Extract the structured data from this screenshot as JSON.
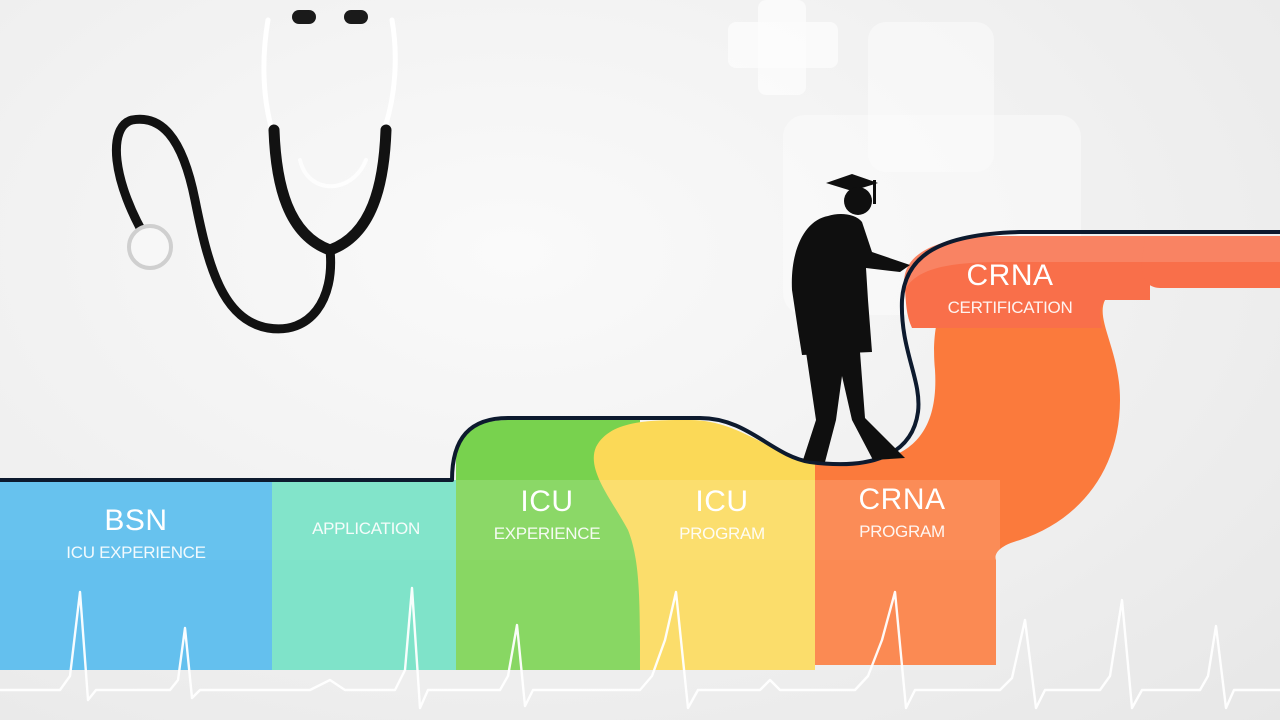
{
  "stages": [
    {
      "title": "BSN",
      "subtitle": "ICU EXPERIENCE",
      "color": "#4fb8ec"
    },
    {
      "title": "",
      "subtitle": "APPLICATION",
      "color": "#6ee0c2"
    },
    {
      "title": "ICU",
      "subtitle": "EXPERIENCE",
      "color": "#78d24e"
    },
    {
      "title": "ICU",
      "subtitle": "PROGRAM",
      "color": "#fbd957"
    },
    {
      "title": "CRNA",
      "subtitle": "PROGRAM",
      "color": "#fb7a3c"
    }
  ],
  "goal": {
    "title": "CRNA",
    "subtitle": "CERTIFICATION",
    "color": "#f96f4a"
  },
  "icons": [
    "stethoscope-icon",
    "medical-cross-icon",
    "graduate-silhouette-icon",
    "heartbeat-line-icon"
  ],
  "colors": {
    "outline": "#0d1a2e",
    "background": "#f2f2f2",
    "ekg": "#ffffff"
  }
}
